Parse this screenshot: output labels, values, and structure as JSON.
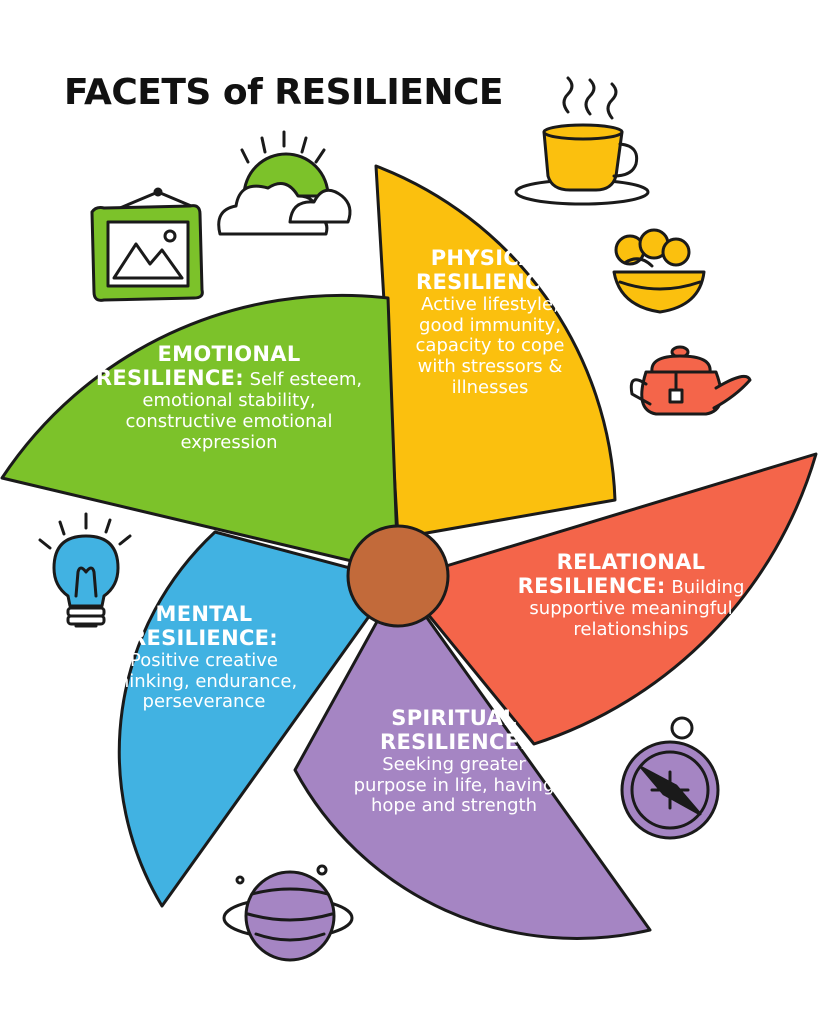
{
  "title": "FACETS of RESILIENCE",
  "colors": {
    "physical": "#FBC00E",
    "emotional": "#7CC22A",
    "relational": "#F4654A",
    "mental": "#41B2E2",
    "spiritual": "#A585C3",
    "center": "#C26A3A",
    "outline": "#1A1A1A"
  },
  "facets": [
    {
      "key": "physical",
      "title_line1": "PHYSICAL",
      "title_line2": "RESILIENCE:",
      "description": [
        "Active lifestyle,",
        "good immunity,",
        "capacity to cope",
        "with stressors &",
        "illnesses"
      ]
    },
    {
      "key": "emotional",
      "title_line1": "EMOTIONAL",
      "title_line2": "RESILIENCE:",
      "title_inline_text": " Self esteem,",
      "description": [
        "emotional stability,",
        "constructive emotional",
        "expression"
      ]
    },
    {
      "key": "relational",
      "title_line1": "RELATIONAL",
      "title_line2": "RESILIENCE:",
      "title_inline_text": " Building",
      "description": [
        "supportive meaningful",
        "relationships"
      ]
    },
    {
      "key": "mental",
      "title_line1": "MENTAL",
      "title_line2": "RESILIENCE:",
      "description": [
        "Positive creative",
        "thinking, endurance,",
        "perseverance"
      ]
    },
    {
      "key": "spiritual",
      "title_line1": "SPIRITUAL",
      "title_line2": "RESILIENCE:",
      "description": [
        "Seeking greater",
        "purpose in life, having",
        "hope and strength"
      ]
    }
  ],
  "icons": [
    "picture-frame-icon",
    "sun-behind-clouds-icon",
    "coffee-cup-icon",
    "fruit-bowl-icon",
    "teapot-icon",
    "light-bulb-icon",
    "compass-icon",
    "planet-icon"
  ]
}
